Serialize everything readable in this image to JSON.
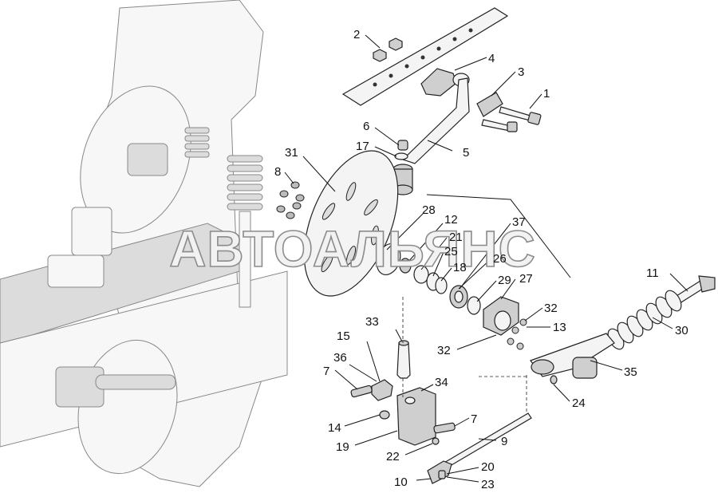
{
  "watermark": "АВТОАЛЬЯНС",
  "labels": [
    "1",
    "2",
    "3",
    "4",
    "5",
    "6",
    "7",
    "7",
    "8",
    "9",
    "10",
    "11",
    "12",
    "13",
    "14",
    "15",
    "17",
    "18",
    "19",
    "20",
    "21",
    "22",
    "23",
    "24",
    "25",
    "26",
    "27",
    "28",
    "29",
    "30",
    "31",
    "32",
    "32",
    "33",
    "34",
    "35",
    "36",
    "37"
  ]
}
